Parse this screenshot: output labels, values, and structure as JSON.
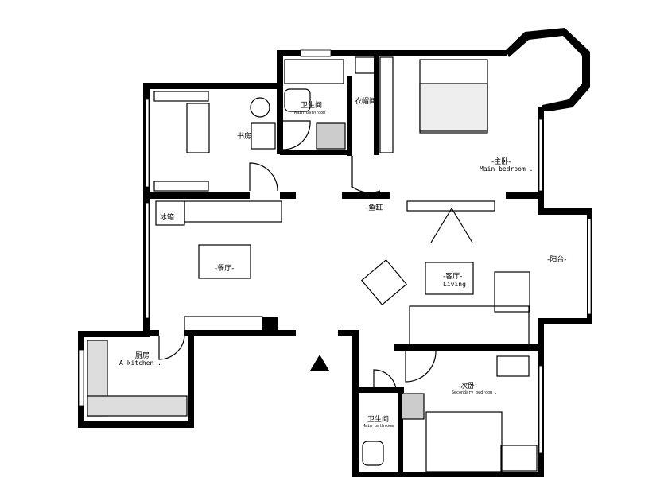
{
  "rooms": {
    "master_bath": {
      "cn": "卫生间",
      "en": "Main bathroom"
    },
    "closet": {
      "cn": "衣帽间"
    },
    "master_bedroom": {
      "cn": "-主卧-",
      "en": "Main bedroom ."
    },
    "study": {
      "cn": "书房"
    },
    "fridge": {
      "cn": "冰箱"
    },
    "fish_tank": {
      "cn": "-鱼缸"
    },
    "dining": {
      "cn": "-餐厅-"
    },
    "balcony": {
      "cn": "-阳台-"
    },
    "living": {
      "cn": "-客厅-",
      "en": "Living"
    },
    "kitchen": {
      "cn": "厨房",
      "en": "A kitchen ."
    },
    "second_bedroom": {
      "cn": "-次卧-",
      "en": "Secondary bedroom ."
    },
    "second_bath": {
      "cn": "卫生间",
      "en": "Main bathroom"
    }
  }
}
